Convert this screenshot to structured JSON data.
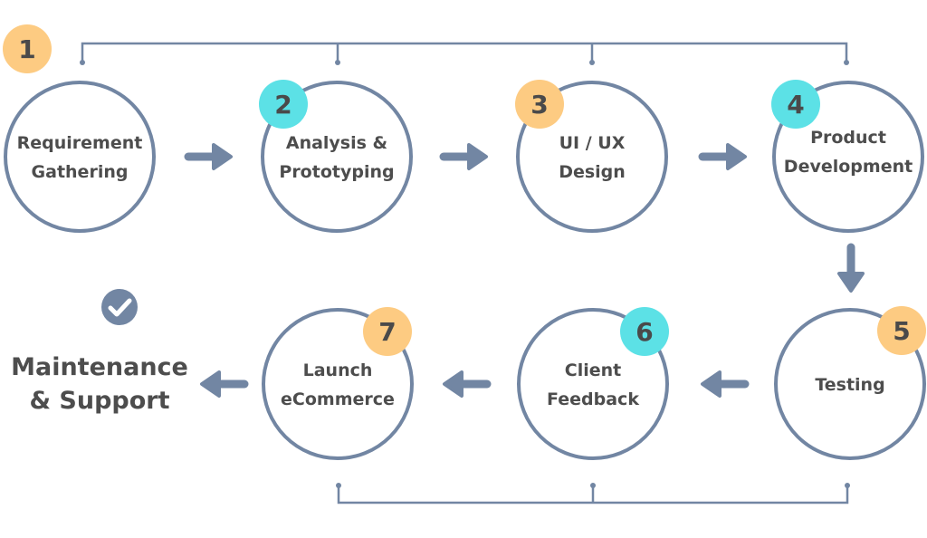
{
  "title": "eCommerce Development Process",
  "colors": {
    "stroke": "#7286a3",
    "badge_orange": "#fdcb82",
    "badge_cyan": "#5ce1e6",
    "text": "#4d4d4d"
  },
  "steps": [
    {
      "number": "1",
      "lines": [
        "Requirement",
        "Gathering"
      ],
      "badge_color": "orange"
    },
    {
      "number": "2",
      "lines": [
        "Analysis &",
        "Prototyping"
      ],
      "badge_color": "cyan"
    },
    {
      "number": "3",
      "lines": [
        "UI / UX",
        "Design"
      ],
      "badge_color": "orange"
    },
    {
      "number": "4",
      "lines": [
        "Product",
        "Development"
      ],
      "badge_color": "cyan"
    },
    {
      "number": "5",
      "lines": [
        "Testing"
      ],
      "badge_color": "orange"
    },
    {
      "number": "6",
      "lines": [
        "Client",
        "Feedback"
      ],
      "badge_color": "cyan"
    },
    {
      "number": "7",
      "lines": [
        "Launch",
        "eCommerce"
      ],
      "badge_color": "orange"
    }
  ],
  "final": {
    "icon": "check-circle-icon",
    "lines": [
      "Maintenance",
      "& Support"
    ]
  },
  "arrows": [
    "right",
    "right",
    "right",
    "down",
    "left",
    "left",
    "left"
  ]
}
